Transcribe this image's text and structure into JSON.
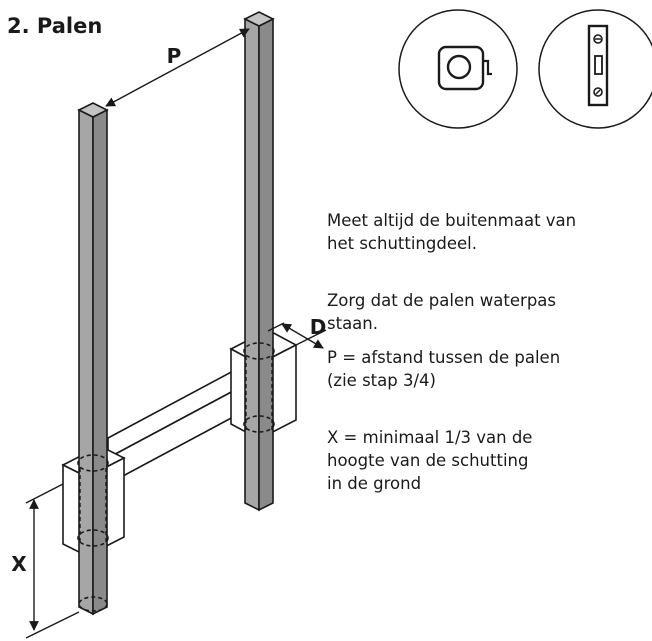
{
  "title": "2. Palen",
  "labels": {
    "p": "P",
    "d": "D",
    "x": "X"
  },
  "tools": [
    {
      "icon": "tape-measure-icon"
    },
    {
      "icon": "spirit-level-icon"
    }
  ],
  "notes": [
    {
      "lines": [
        "Meet altijd de buitenmaat van",
        "het schuttingdeel."
      ]
    },
    {
      "lines": [
        "Zorg dat de palen waterpas",
        "staan."
      ]
    },
    {
      "lines": [
        "P = afstand tussen de palen",
        "(zie stap 3/4)"
      ]
    },
    {
      "lines": [
        "X = minimaal 1/3 van de",
        "hoogte van de schutting",
        "in de grond"
      ]
    }
  ],
  "colors": {
    "post": "#a6a6a6",
    "post_side": "#8a8a8a",
    "post_top": "#c4c4c4",
    "line": "#1a1a1a"
  }
}
